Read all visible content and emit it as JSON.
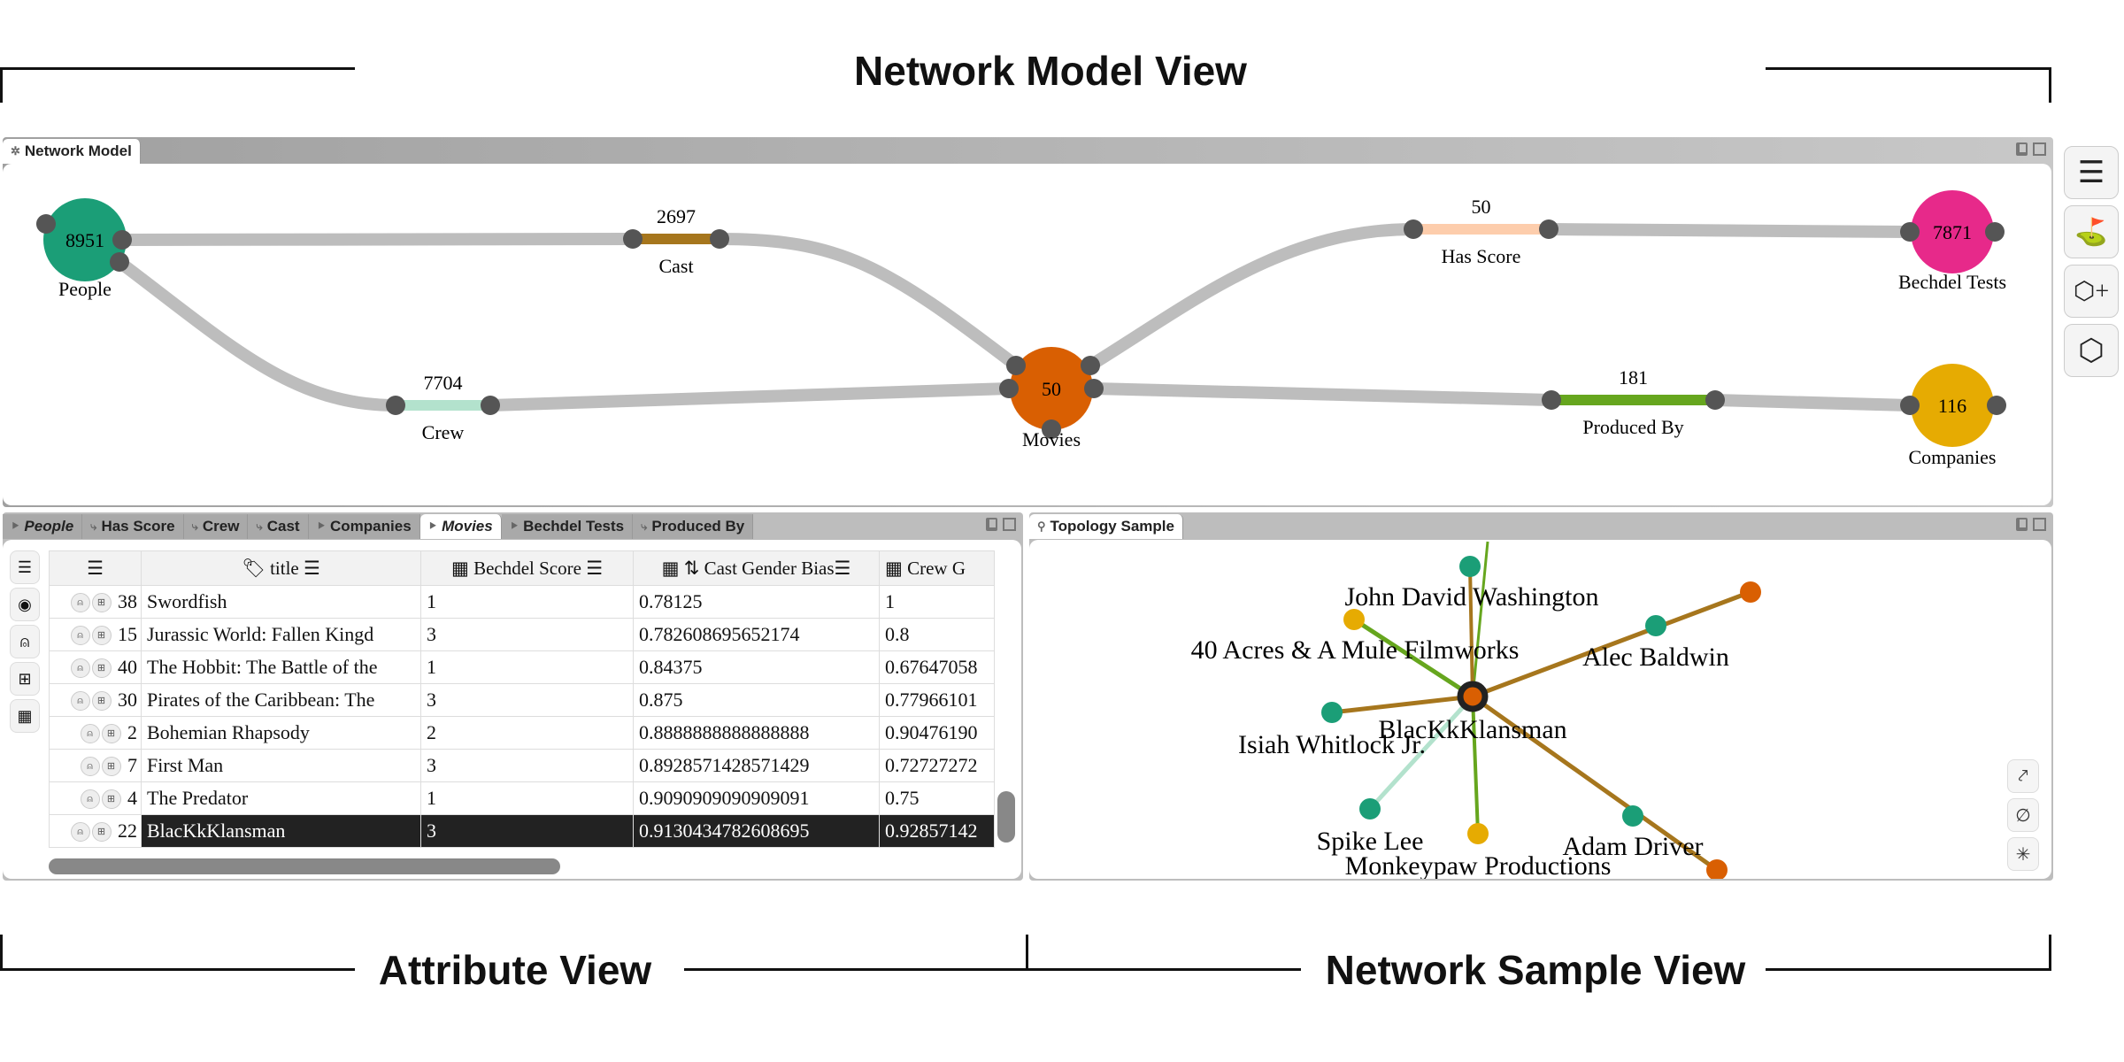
{
  "annotations": {
    "top": "Network Model View",
    "bottom_left": "Attribute View",
    "bottom_right": "Network Sample View"
  },
  "network_model": {
    "tab_label": "Network Model",
    "nodes": [
      {
        "id": "people",
        "label": "People",
        "count": "8951",
        "color": "#1b9e77"
      },
      {
        "id": "movies",
        "label": "Movies",
        "count": "50",
        "color": "#d95f02"
      },
      {
        "id": "bechdel",
        "label": "Bechdel Tests",
        "count": "7871",
        "color": "#e7298a"
      },
      {
        "id": "companies",
        "label": "Companies",
        "count": "116",
        "color": "#e6ab02"
      }
    ],
    "edges": [
      {
        "id": "cast",
        "label": "Cast",
        "count": "2697",
        "color": "#a6761d"
      },
      {
        "id": "crew",
        "label": "Crew",
        "count": "7704",
        "color": "#b3e2cd"
      },
      {
        "id": "hasscore",
        "label": "Has Score",
        "count": "50",
        "color": "#fdcdac"
      },
      {
        "id": "produced",
        "label": "Produced By",
        "count": "181",
        "color": "#66a61e"
      }
    ],
    "link_color": "#bdbdbd",
    "port_color": "#555555"
  },
  "right_toolbar": [
    {
      "icon": "menu-icon"
    },
    {
      "icon": "signpost-icon"
    },
    {
      "icon": "cube-add-icon"
    },
    {
      "icon": "cube-icon"
    }
  ],
  "attribute_view": {
    "tabs": [
      {
        "label": "People",
        "type": "node"
      },
      {
        "label": "Has Score",
        "type": "edge"
      },
      {
        "label": "Crew",
        "type": "edge"
      },
      {
        "label": "Cast",
        "type": "edge"
      },
      {
        "label": "Companies",
        "type": "node"
      },
      {
        "label": "Movies",
        "type": "node",
        "active": true
      },
      {
        "label": "Bechdel Tests",
        "type": "node"
      },
      {
        "label": "Produced By",
        "type": "edge"
      }
    ],
    "columns": [
      "title",
      "Bechdel Score",
      "Cast Gender Bias",
      "Crew G"
    ],
    "rows": [
      {
        "id": "38",
        "title": "Swordfish",
        "bechdel": "1",
        "cast_bias": "0.78125",
        "crew": "1"
      },
      {
        "id": "15",
        "title": "Jurassic World: Fallen Kingd",
        "bechdel": "3",
        "cast_bias": "0.782608695652174",
        "crew": "0.8"
      },
      {
        "id": "40",
        "title": "The Hobbit: The Battle of the",
        "bechdel": "1",
        "cast_bias": "0.84375",
        "crew": "0.67647058"
      },
      {
        "id": "30",
        "title": "Pirates of the Caribbean: The",
        "bechdel": "3",
        "cast_bias": "0.875",
        "crew": "0.77966101"
      },
      {
        "id": "2",
        "title": "Bohemian Rhapsody",
        "bechdel": "2",
        "cast_bias": "0.8888888888888888",
        "crew": "0.90476190"
      },
      {
        "id": "7",
        "title": "First Man",
        "bechdel": "3",
        "cast_bias": "0.8928571428571429",
        "crew": "0.72727272"
      },
      {
        "id": "4",
        "title": "The Predator",
        "bechdel": "1",
        "cast_bias": "0.9090909090909091",
        "crew": "0.75"
      },
      {
        "id": "22",
        "title": "BlacKkKlansman",
        "bechdel": "3",
        "cast_bias": "0.9130434782608695",
        "crew": "0.92857142",
        "selected": true
      }
    ]
  },
  "topology": {
    "tab_label": "Topology Sample",
    "center": {
      "label": "BlacKkKlansman",
      "color": "#d95f02"
    },
    "nodes": [
      {
        "label": "",
        "color": "#1b9e77"
      },
      {
        "label": "",
        "color": "#d95f02"
      },
      {
        "label": "40 Acres & A Mule Filmworks",
        "color": "#e6ab02"
      },
      {
        "label": "Alec Baldwin",
        "color": "#1b9e77"
      },
      {
        "label": "Isiah Whitlock Jr.",
        "color": "#1b9e77"
      },
      {
        "label": "Spike Lee",
        "color": "#1b9e77"
      },
      {
        "label": "Monkeypaw Productions",
        "color": "#e6ab02"
      },
      {
        "label": "Adam Driver",
        "color": "#1b9e77"
      },
      {
        "label": "",
        "color": "#d95f02"
      }
    ],
    "extra_labels": [
      "John David Washington"
    ]
  }
}
